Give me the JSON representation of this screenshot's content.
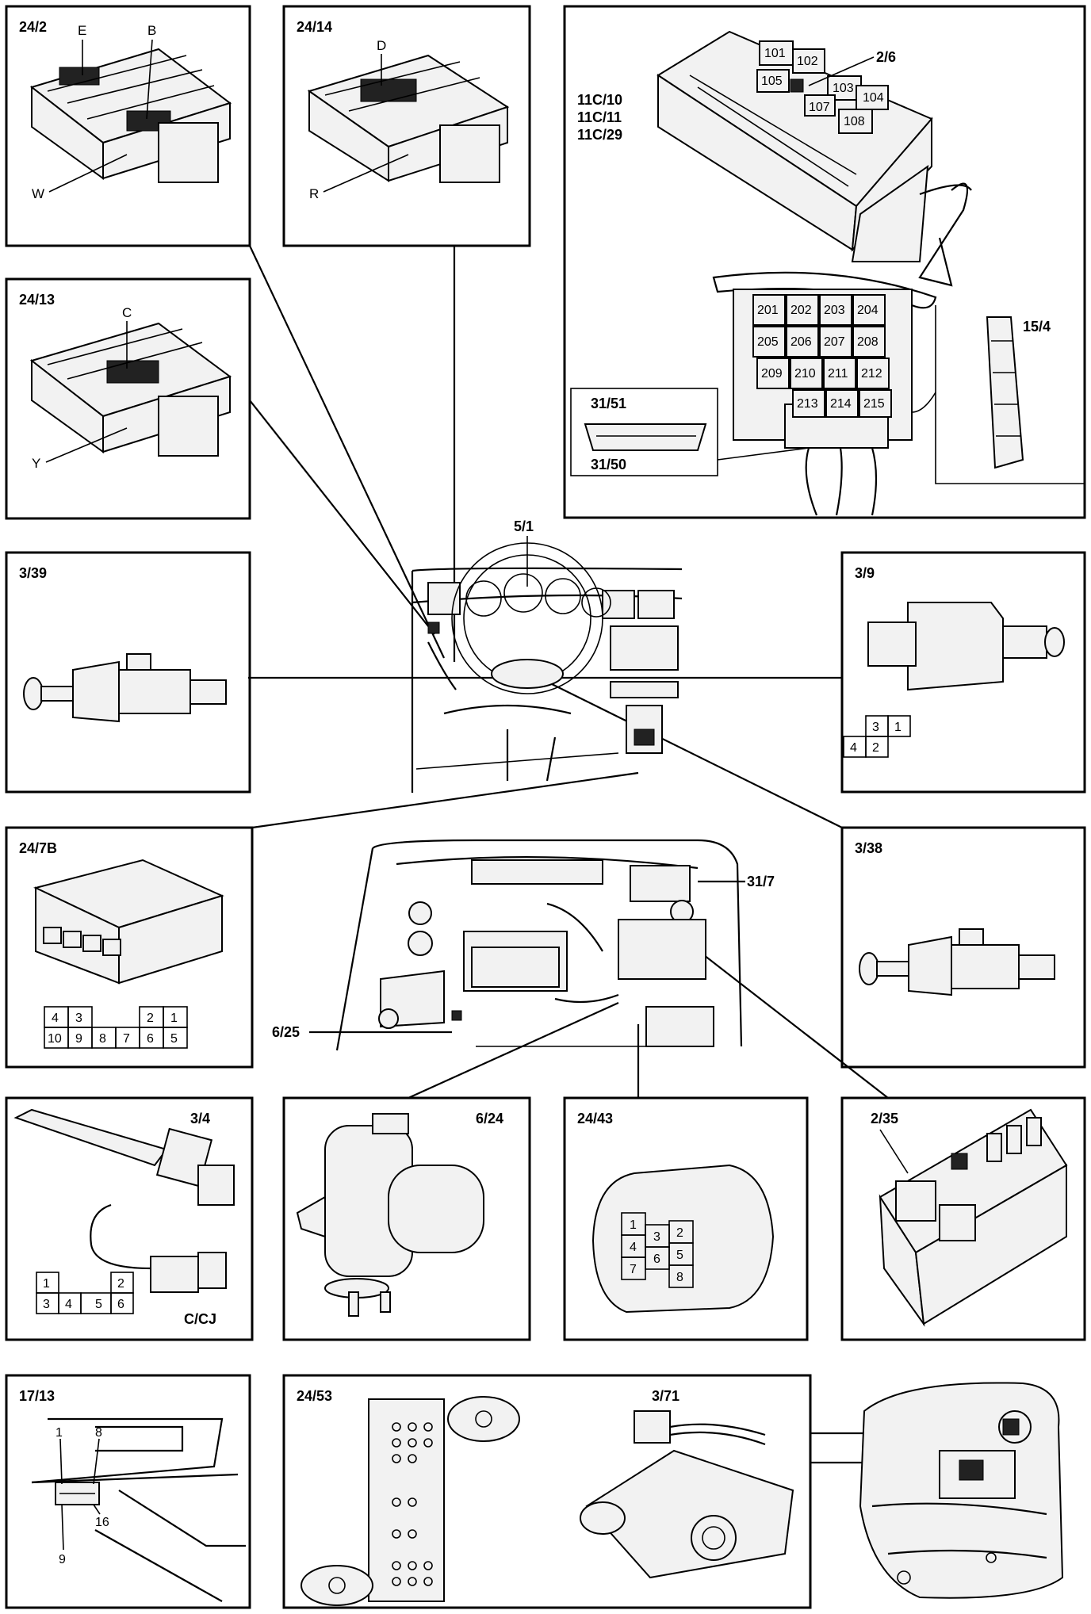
{
  "panels": {
    "p24_2": {
      "label": "24/2",
      "pins": [
        "E",
        "B",
        "W"
      ]
    },
    "p24_14": {
      "label": "24/14",
      "pins": [
        "D",
        "R"
      ]
    },
    "p24_13": {
      "label": "24/13",
      "pins": [
        "C",
        "Y"
      ]
    },
    "fusebox": {
      "relay_label": "2/6",
      "codes": [
        "11C/10",
        "11C/11",
        "11C/29"
      ],
      "upper_relays": [
        "101",
        "102",
        "103",
        "104",
        "105",
        "107",
        "108"
      ],
      "lower_relays": [
        "201",
        "202",
        "203",
        "204",
        "205",
        "206",
        "207",
        "208",
        "209",
        "210",
        "211",
        "212",
        "213",
        "214",
        "215"
      ],
      "strip_label": "15/4",
      "conn_top": "31/51",
      "conn_bottom": "31/50"
    },
    "p3_39": {
      "label": "3/39"
    },
    "p3_9": {
      "label": "3/9",
      "grid": [
        "3",
        "1",
        "4",
        "2"
      ]
    },
    "p24_7b": {
      "label": "24/7B",
      "grid_top": [
        "4",
        "3",
        "2",
        "1"
      ],
      "grid_bottom": [
        "10",
        "9",
        "8",
        "7",
        "6",
        "5"
      ]
    },
    "p3_38": {
      "label": "3/38"
    },
    "p3_4": {
      "label": "3/4",
      "grid_top": [
        "1",
        "2"
      ],
      "grid_bottom": [
        "3",
        "4",
        "5",
        "6"
      ],
      "note": "C/CJ"
    },
    "p6_24": {
      "label": "6/24"
    },
    "p24_43": {
      "label": "24/43",
      "pins": [
        "1",
        "2",
        "3",
        "4",
        "5",
        "6",
        "7",
        "8"
      ]
    },
    "p2_35": {
      "label": "2/35"
    },
    "p17_13": {
      "label": "17/13",
      "pins": [
        "1",
        "8",
        "16",
        "9"
      ]
    },
    "p24_53": {
      "label": "24/53"
    },
    "p3_71": {
      "label": "3/71"
    }
  },
  "center": {
    "dash_label": "5/1",
    "engine_label_right": "31/7",
    "engine_label_left": "6/25"
  }
}
